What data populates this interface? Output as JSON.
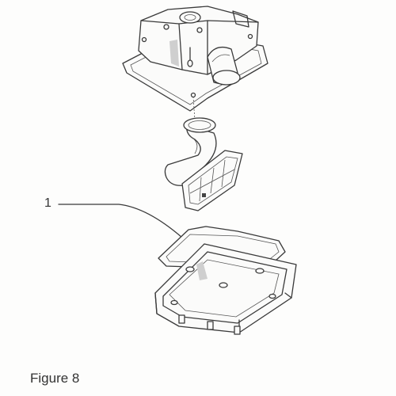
{
  "labels": {
    "callout_1": "1",
    "figure_caption": "Figure 8"
  },
  "parts": [
    {
      "name": "upper-airbox-housing"
    },
    {
      "name": "air-intake-duct"
    },
    {
      "name": "air-filter-element"
    },
    {
      "name": "airbox-gasket",
      "callout": "1"
    },
    {
      "name": "lower-airbox-tray"
    }
  ]
}
